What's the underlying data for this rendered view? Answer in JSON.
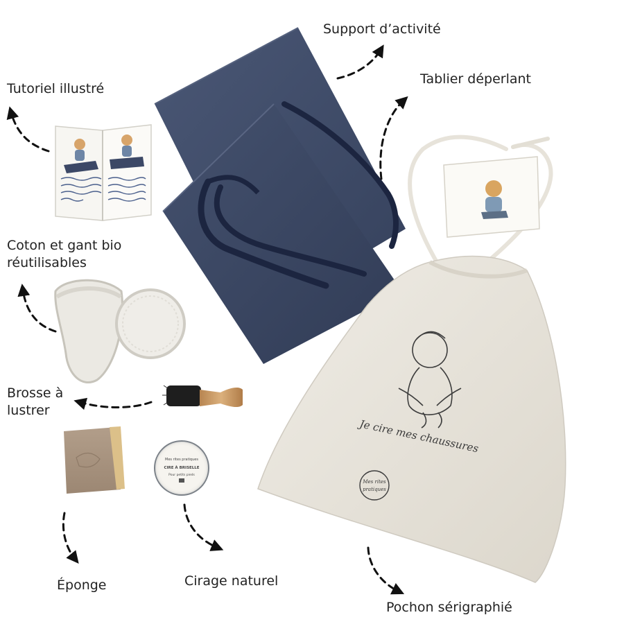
{
  "labels": {
    "support": "Support d’activité",
    "tablier": "Tablier déperlant",
    "tutoriel": "Tutoriel illustré",
    "coton_line1": "Coton et gant bio",
    "coton_line2": "réutilisables",
    "brosse_line1": "Brosse à",
    "brosse_line2": "lustrer",
    "eponge": "Éponge",
    "cirage": "Cirage naturel",
    "pochon": "Pochon sérigraphié"
  },
  "bag": {
    "script_text": "Je cire mes chaussures",
    "logo_line1": "Mes rites",
    "logo_line2": "pratiques"
  },
  "tin": {
    "line1": "CIRE À BRISELLE",
    "line2": "Pour petits pieds"
  },
  "colors": {
    "denim": "#3d4a66",
    "denim_dark": "#2c3650",
    "strap": "#1c2540",
    "canvas": "#e9e5dc",
    "sponge": "#a89481",
    "wood": "#c99c68"
  }
}
